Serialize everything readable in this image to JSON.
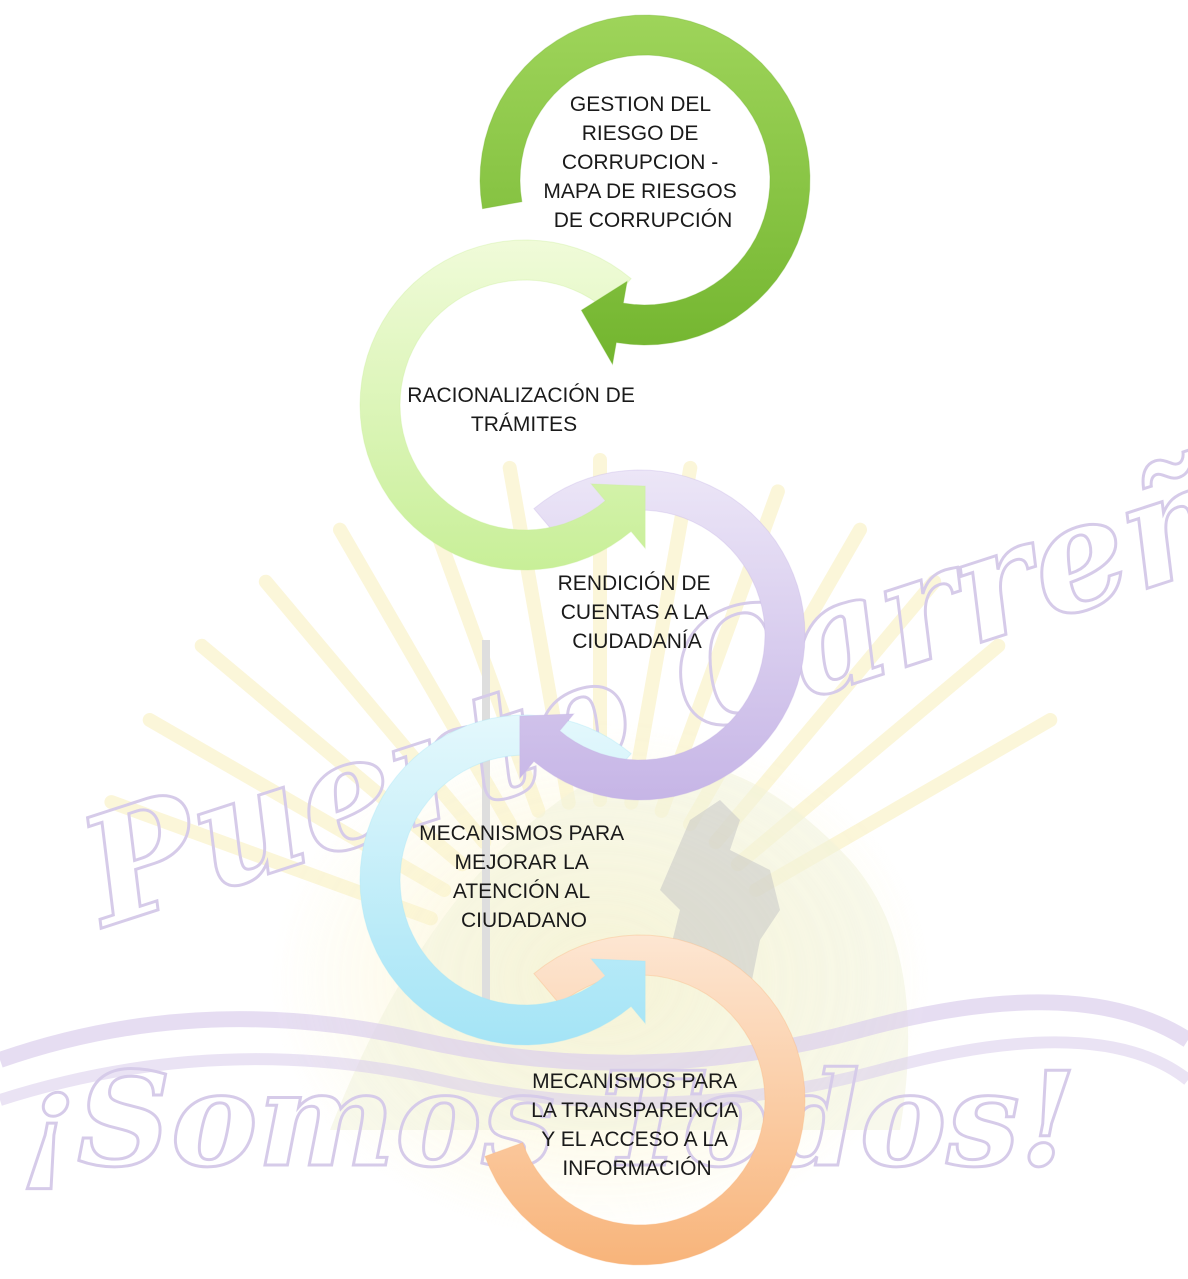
{
  "watermark": {
    "top_text": "Puerto Carreño",
    "bottom_text": "¡Somos Todos!",
    "colors": {
      "lavender": "#cfc3e6",
      "sun": "#f6e9a6",
      "wave": "#d5c8ea"
    }
  },
  "steps": [
    {
      "lines": [
        "GESTION DEL",
        "RIESGO DE",
        "CORRUPCION -",
        "MAPA DE RIESGOS",
        "DE CORRUPCIÓN"
      ],
      "color_light": "#9ed45a",
      "color_dark": "#73b52f"
    },
    {
      "lines": [
        "RACIONALIZACIÓN DE",
        "TRÁMITES"
      ],
      "color_light": "#f0fbd9",
      "color_dark": "#c8ef98"
    },
    {
      "lines": [
        "RENDICIÓN DE",
        "CUENTAS A LA",
        "CIUDADANÍA"
      ],
      "color_light": "#ece6f7",
      "color_dark": "#c6b5e6"
    },
    {
      "lines": [
        "MECANISMOS PARA",
        "MEJORAR LA",
        "ATENCIÓN AL",
        "CIUDADANO"
      ],
      "color_light": "#e4f8fc",
      "color_dark": "#a4e4f6"
    },
    {
      "lines": [
        "MECANISMOS PARA",
        "LA TRANSPARENCIA",
        "Y EL ACCESO A LA",
        "INFORMACIÓN"
      ],
      "color_light": "#fde6d2",
      "color_dark": "#f8b47a"
    }
  ]
}
